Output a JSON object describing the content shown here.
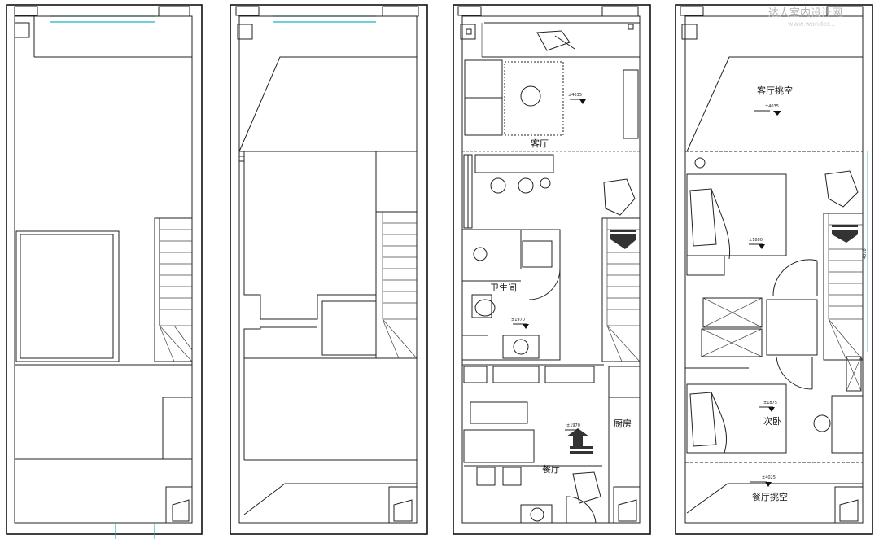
{
  "watermark": {
    "title": "达人室内设计网",
    "url": "www.wonder..."
  },
  "labels": {
    "living_room": "客厅",
    "bathroom": "卫生间",
    "kitchen": "厨房",
    "dining_room": "餐厅",
    "living_void": "客厅挑空",
    "second_bedroom": "次卧",
    "dining_void": "餐厅挑空"
  },
  "elevations": {
    "living": "±4035",
    "bath": "±1970",
    "dining": "±1970",
    "void_top": "±4035",
    "bedroom_main": "±1880",
    "bedroom_second": "±1875",
    "void_bottom": "±4025"
  },
  "dimensions": {
    "right_height": "4070"
  },
  "colors": {
    "glass": "#19b4c8",
    "line": "#111111"
  }
}
